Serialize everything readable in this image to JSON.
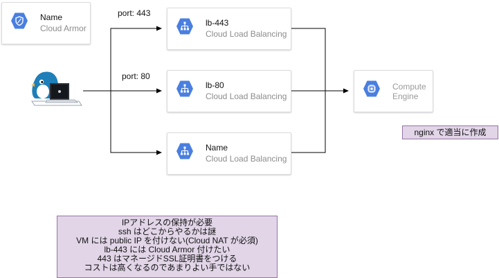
{
  "armor": {
    "name": "Name",
    "sub": "Cloud Armor",
    "icon": "shield-icon"
  },
  "lb443": {
    "name": "lb-443",
    "sub": "Cloud Load Balancing",
    "icon": "load-balancer-icon"
  },
  "lb80": {
    "name": "lb-80",
    "sub": "Cloud Load Balancing",
    "icon": "load-balancer-icon"
  },
  "lbname": {
    "name": "Name",
    "sub": "Cloud Load Balancing",
    "icon": "load-balancer-icon"
  },
  "compute": {
    "name": "Compute",
    "sub": "Engine",
    "icon": "compute-chip-icon"
  },
  "client": {
    "icon": "user-laptop-icon"
  },
  "edges": {
    "port443": "port: 443",
    "port80": "port: 80"
  },
  "nginx_note": "nginx で適当に作成",
  "notes": [
    "IPアドレスの保持が必要",
    "ssh はどこからやるかは謎",
    "VM には public IP を付けない(Cloud NAT が必須)",
    "lb-443 には Cloud Armor 付けたい",
    "443 はマネージドSSL証明書をつける",
    "コストは高くなるのであまりよい手ではない"
  ],
  "colors": {
    "gcp_blue": "#4a7fe0",
    "note_fill": "#e1d5e7",
    "note_border": "#9673a6"
  }
}
